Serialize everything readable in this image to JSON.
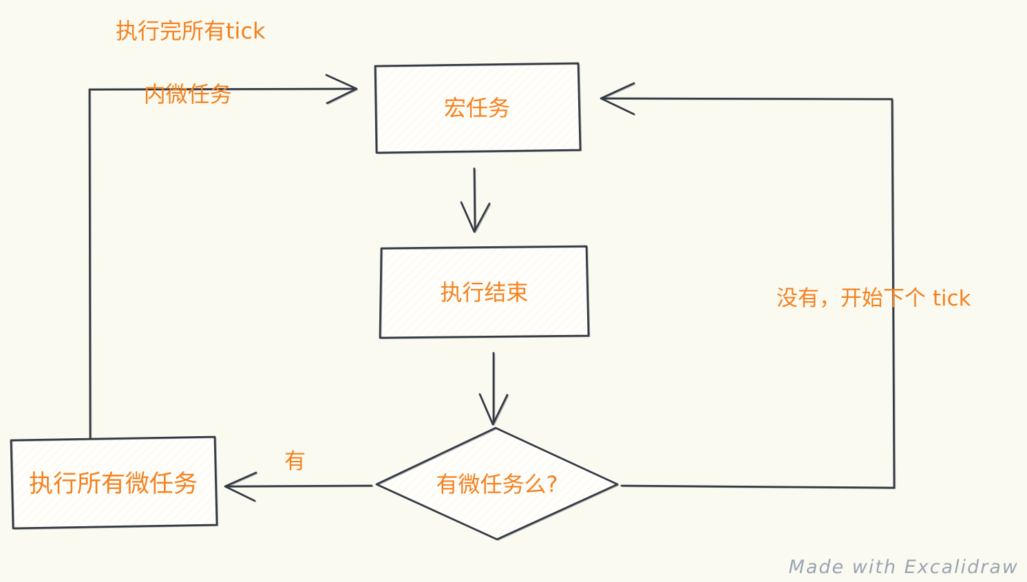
{
  "app": {
    "watermark": "Made with Excalidraw"
  },
  "colors": {
    "background": "#fbfaf1",
    "stroke": "#343a44",
    "accent_text": "#f4811e",
    "watermark": "#9aa5b3",
    "box_fill": "#fffefa"
  },
  "diagram": {
    "type": "flowchart",
    "nodes": {
      "macro_task": {
        "label": "宏任务",
        "shape": "rectangle"
      },
      "execution_end": {
        "label": "执行结束",
        "shape": "rectangle"
      },
      "has_microtasks": {
        "label": "有微任务么?",
        "shape": "diamond"
      },
      "run_all_microtasks": {
        "label": "执行所有微任务",
        "shape": "rectangle"
      }
    },
    "edges": [
      {
        "from": "macro_task",
        "to": "execution_end",
        "label": ""
      },
      {
        "from": "execution_end",
        "to": "has_microtasks",
        "label": ""
      },
      {
        "from": "has_microtasks",
        "to": "run_all_microtasks",
        "label": "有"
      },
      {
        "from": "has_microtasks",
        "to": "macro_task",
        "label": "没有，开始下个 tick"
      },
      {
        "from": "run_all_microtasks",
        "to": "macro_task",
        "label": "执行完所有tick 内微任务"
      }
    ],
    "edge_labels": {
      "loopback_line1": "执行完所有tick",
      "loopback_line2": "内微任务",
      "yes": "有",
      "no_next_tick": "没有，开始下个 tick"
    }
  }
}
